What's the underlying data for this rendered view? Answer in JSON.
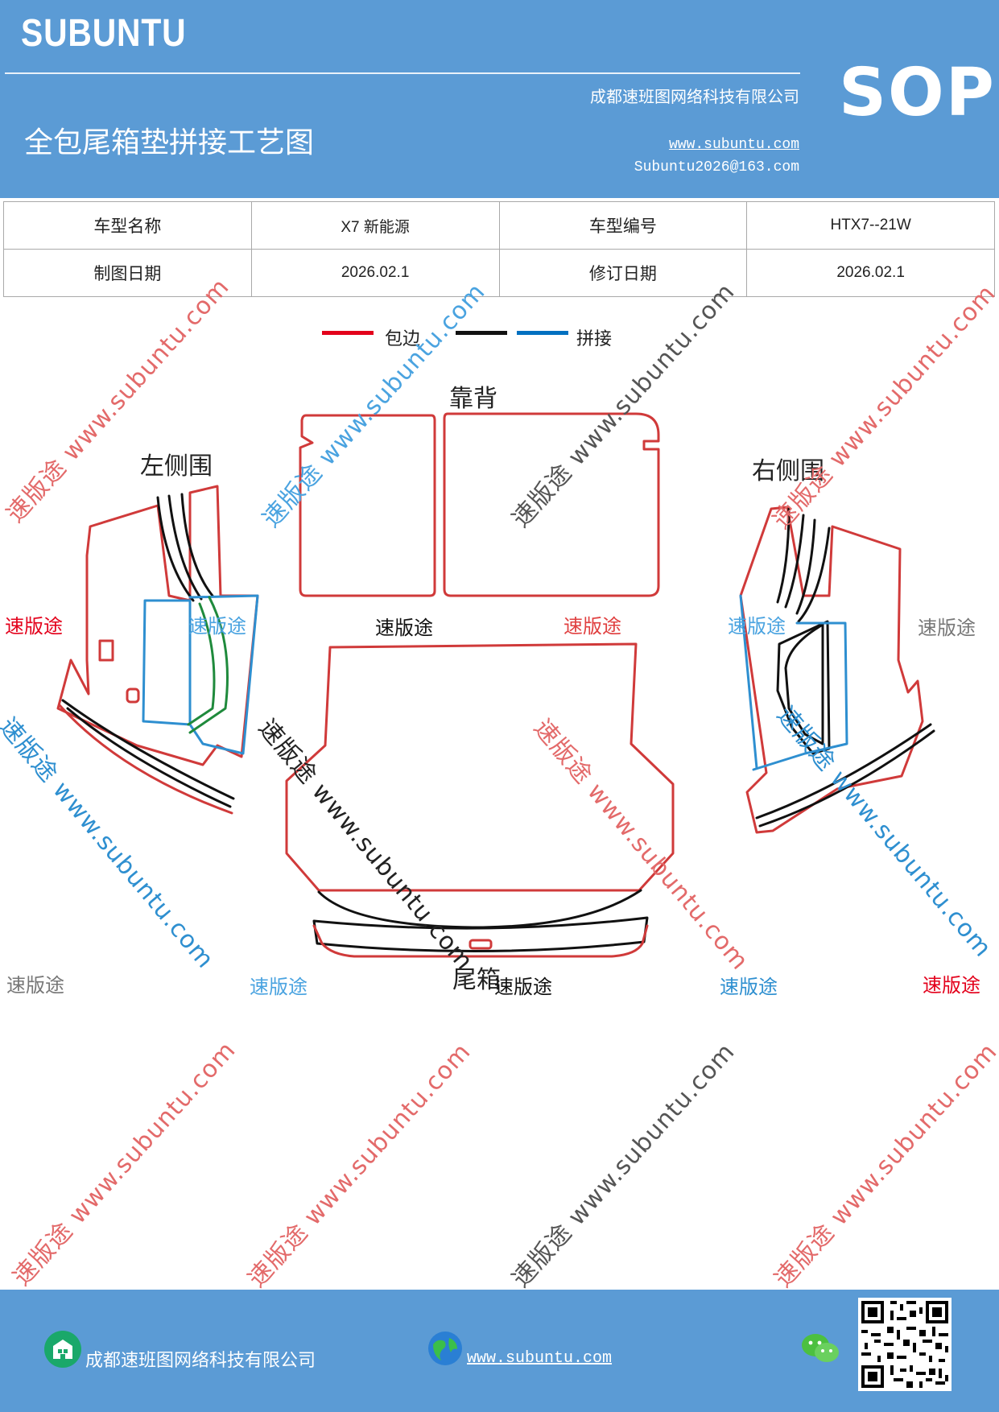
{
  "header": {
    "brand": "SUBUNTU",
    "company": "成都速班图网络科技有限公司",
    "title": "全包尾箱垫拼接工艺图",
    "website": "www.subuntu.com",
    "email": "Subuntu2026@163.com",
    "sop": "SOP"
  },
  "info_table": {
    "rows": [
      [
        "车型名称",
        "X7 新能源",
        "车型编号",
        "HTX7--21W"
      ],
      [
        "制图日期",
        "2026.02.1",
        "修订日期",
        "2026.02.1"
      ]
    ]
  },
  "legend": {
    "items": [
      {
        "label": "包边",
        "color": "#e3001b"
      },
      {
        "label": "",
        "color": "#111111"
      },
      {
        "label": "拼接",
        "color": "#0070c0"
      }
    ]
  },
  "parts": {
    "backrest": "靠背",
    "left_side": "左侧围",
    "right_side": "右侧围",
    "trunk": "尾箱"
  },
  "watermarks": {
    "short": "速版途",
    "diagonal": "速版途 www.subuntu.com",
    "reverse": "速版途 www.subuntu.com"
  },
  "footer": {
    "company": "成都速班图网络科技有限公司",
    "website": "www.subuntu.com"
  },
  "colors": {
    "header_bg": "#5b9bd5",
    "edge_red": "#d03a3a",
    "seam_black": "#111111",
    "seam_blue": "#2e8fd0",
    "seam_green": "#1f8a3c"
  },
  "icons": [
    "building-icon",
    "globe-icon",
    "wechat-icon",
    "qr-code"
  ]
}
